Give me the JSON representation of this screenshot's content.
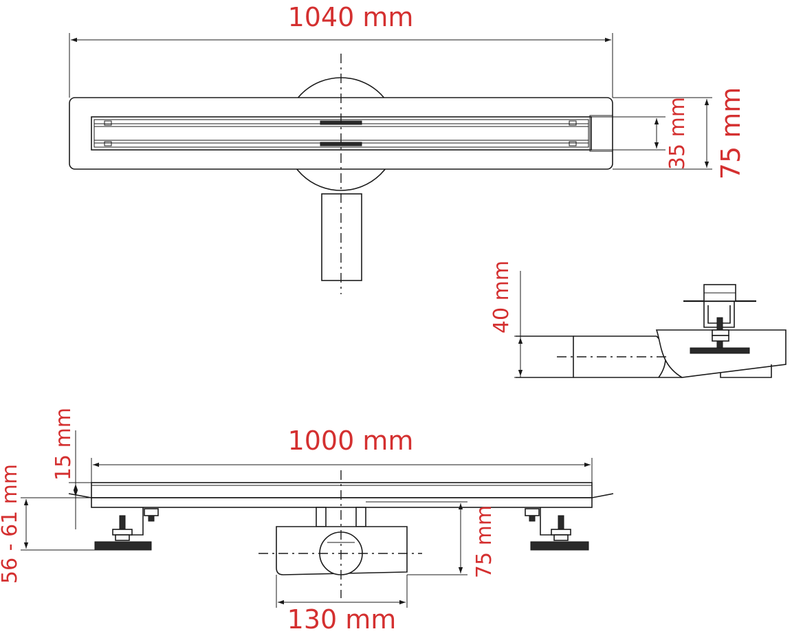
{
  "dimensions": {
    "total_length": "1040 mm",
    "overall_width": "75 mm",
    "grate_width": "35 mm",
    "outlet_height": "40 mm",
    "channel_length": "1000 mm",
    "grate_height": "15 mm",
    "adjustable_height": "56 - 61 mm",
    "siphon_height": "75 mm",
    "siphon_width": "130 mm"
  },
  "colors": {
    "dimension_text": "#d43030",
    "line": "#1a1a1a"
  }
}
